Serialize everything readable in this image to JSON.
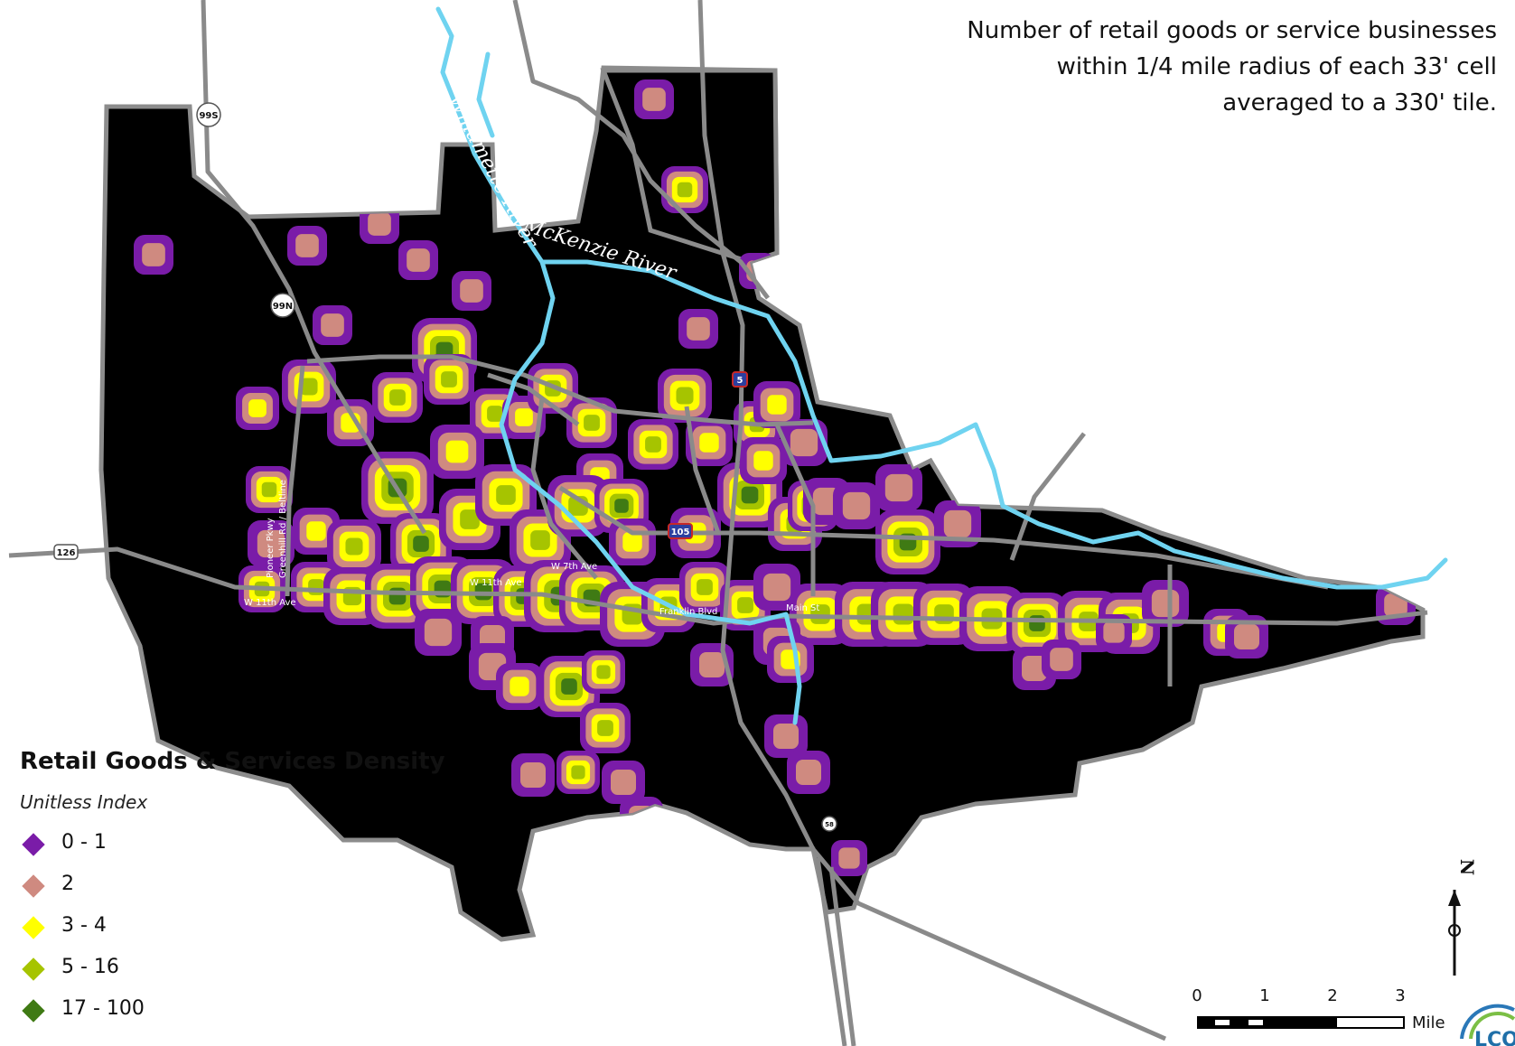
{
  "note": {
    "lines": [
      "Number of retail goods or service businesses",
      "within 1/4 mile radius of each 33' cell",
      "averaged to a 330' tile."
    ]
  },
  "legend": {
    "title": "Retail Goods & Services Density",
    "subtitle": "Unitless Index",
    "items": [
      {
        "label": "0 - 1",
        "color": "#7a1ca8"
      },
      {
        "label": "2",
        "color": "#cf8a80"
      },
      {
        "label": "3 - 4",
        "color": "#ffff00"
      },
      {
        "label": "5 - 16",
        "color": "#a6c400"
      },
      {
        "label": "17 - 100",
        "color": "#3f7a14"
      }
    ]
  },
  "rivers": {
    "willamette": "Willamette River",
    "mckenzie": "McKenzie River"
  },
  "roads": {
    "w11th": "W 11th Ave",
    "w11th_center": "W 11th Ave",
    "w7th": "W 7th Ave",
    "bank": "Greenhill Rd / Beltline",
    "franklin": "Franklin Blvd",
    "main": "Main St",
    "pioneer": "Pioneer Pkwy"
  },
  "shields": {
    "or99s": "99S",
    "or99n": "99N",
    "or126": "126",
    "i5": "5",
    "i105": "105",
    "or58": "58"
  },
  "scale": {
    "ticks": [
      "0",
      "1",
      "2",
      "3"
    ],
    "unit": "Mile"
  },
  "north": {
    "letter": "N"
  },
  "logo": {
    "text": "LCOG"
  },
  "colors": {
    "boundary_fill": "#000000",
    "boundary_stroke": "#8c8c8c",
    "river": "#6fd3f0",
    "road": "#8a8a8a"
  }
}
